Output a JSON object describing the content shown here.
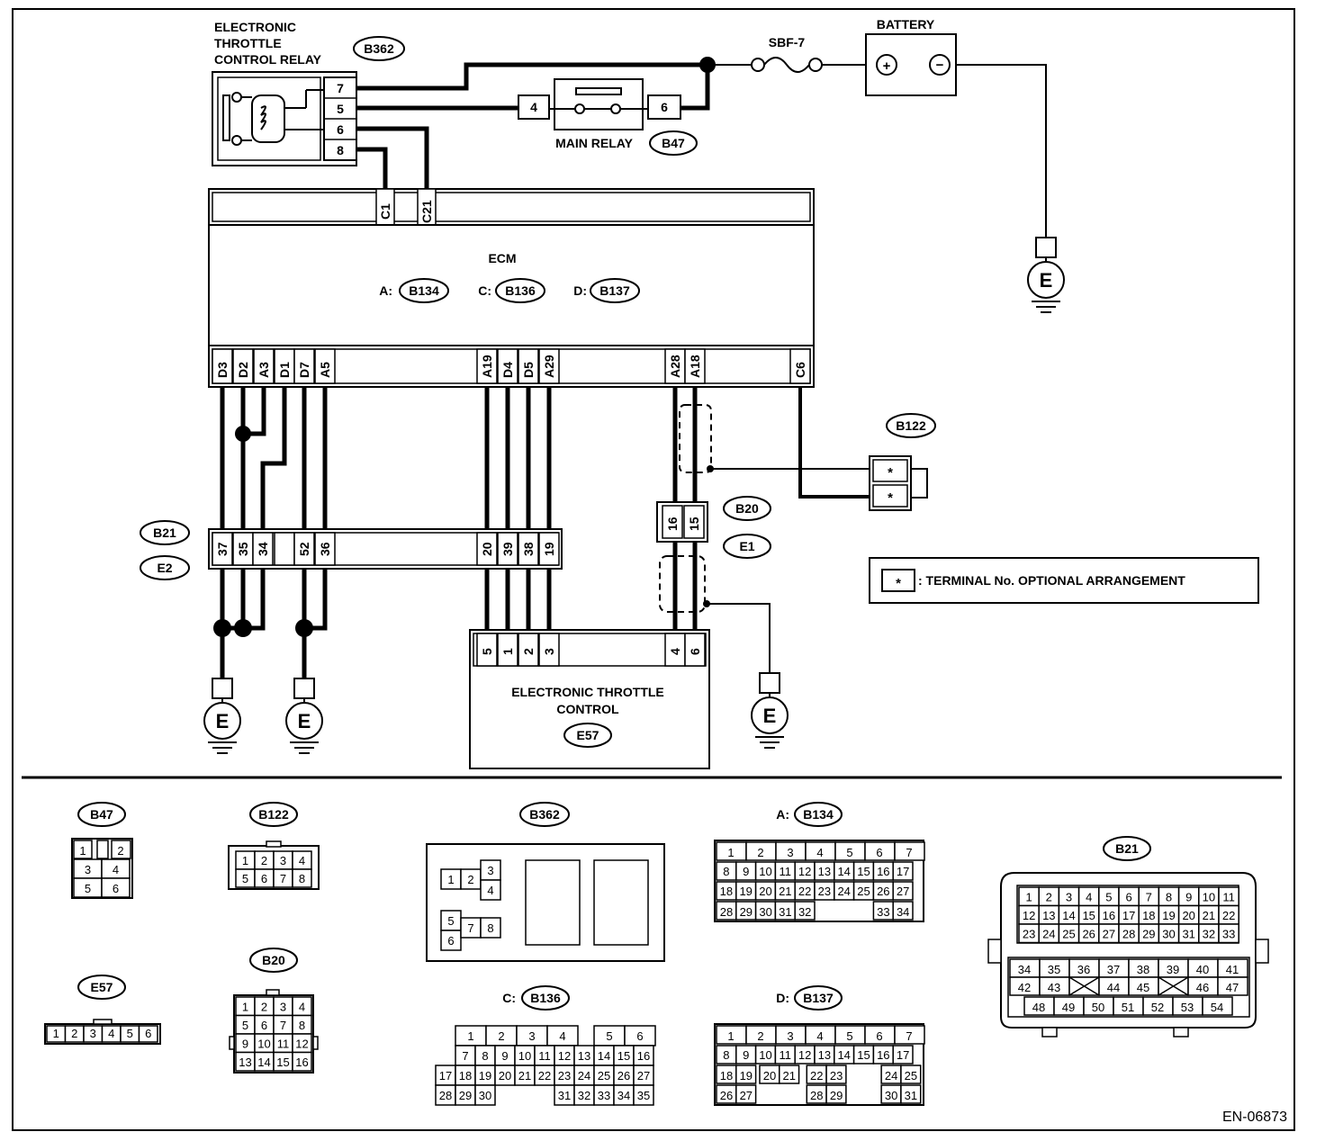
{
  "components": {
    "relay": {
      "title1": "ELECTRONIC",
      "title2": "THROTTLE",
      "title3": "CONTROL RELAY",
      "code": "B362",
      "pins": [
        "7",
        "5",
        "6",
        "8"
      ]
    },
    "main_relay": {
      "title": "MAIN RELAY",
      "code": "B47",
      "pin_left": "4",
      "pin_right": "6"
    },
    "fuse": {
      "label": "SBF-7"
    },
    "battery": {
      "label": "BATTERY",
      "plus": "+",
      "minus": "−"
    },
    "ecm": {
      "title": "ECM",
      "conn_a_prefix": "A:",
      "conn_a": "B134",
      "conn_c_prefix": "C:",
      "conn_c": "B136",
      "conn_d_prefix": "D:",
      "conn_d": "B137",
      "top_pins": [
        "C1",
        "C21"
      ],
      "bottom_pins": [
        "D3",
        "D2",
        "A3",
        "D1",
        "D7",
        "A5",
        "A19",
        "D4",
        "D5",
        "A29",
        "A28",
        "A18",
        "C6"
      ]
    },
    "b122": {
      "code": "B122",
      "star": "*"
    },
    "b20_e1": {
      "code1": "B20",
      "code2": "E1",
      "pins": [
        "16",
        "15"
      ]
    },
    "b21_e2": {
      "code1": "B21",
      "code2": "E2",
      "pins": [
        "37",
        "35",
        "34",
        "52",
        "36",
        "20",
        "39",
        "38",
        "19"
      ]
    },
    "throttle": {
      "title1": "ELECTRONIC THROTTLE",
      "title2": "CONTROL",
      "code": "E57",
      "pins": [
        "5",
        "1",
        "2",
        "3",
        "4",
        "6"
      ]
    },
    "ground": "E",
    "legend": {
      "star": "*",
      "text": ": TERMINAL No. OPTIONAL ARRANGEMENT"
    }
  },
  "connector_views": {
    "b47": {
      "code": "B47",
      "rows": [
        [
          "1",
          "",
          "2"
        ],
        [
          "3",
          "4"
        ],
        [
          "5",
          "6"
        ]
      ]
    },
    "b122": {
      "code": "B122",
      "rows": [
        [
          "1",
          "2",
          "3",
          "4"
        ],
        [
          "5",
          "6",
          "7",
          "8"
        ]
      ]
    },
    "b362": {
      "code": "B362",
      "cells": [
        "1",
        "2",
        "3",
        "4",
        "5",
        "6",
        "7",
        "8"
      ]
    },
    "b134": {
      "prefix": "A:",
      "code": "B134",
      "rows": [
        [
          "1",
          "2",
          "3",
          "4",
          "5",
          "6",
          "7"
        ],
        [
          "8",
          "9",
          "10",
          "11",
          "12",
          "13",
          "14",
          "15",
          "16",
          "17"
        ],
        [
          "18",
          "19",
          "20",
          "21",
          "22",
          "23",
          "24",
          "25",
          "26",
          "27"
        ],
        [
          "28",
          "29",
          "30",
          "31",
          "32",
          "33",
          "34"
        ]
      ]
    },
    "b20": {
      "code": "B20",
      "rows": [
        [
          "1",
          "2",
          "3",
          "4"
        ],
        [
          "5",
          "6",
          "7",
          "8"
        ],
        [
          "9",
          "10",
          "11",
          "12"
        ],
        [
          "13",
          "14",
          "15",
          "16"
        ]
      ]
    },
    "e57": {
      "code": "E57",
      "rows": [
        [
          "1",
          "2",
          "3",
          "4",
          "5",
          "6"
        ]
      ]
    },
    "b136": {
      "prefix": "C:",
      "code": "B136",
      "rows": [
        [
          "1",
          "2",
          "3",
          "4",
          "5",
          "6"
        ],
        [
          "7",
          "8",
          "9",
          "10",
          "11",
          "12",
          "13",
          "14",
          "15",
          "16"
        ],
        [
          "17",
          "18",
          "19",
          "20",
          "21",
          "22",
          "23",
          "24",
          "25",
          "26",
          "27"
        ],
        [
          "28",
          "29",
          "30",
          "31",
          "32",
          "33",
          "34",
          "35"
        ]
      ]
    },
    "b137": {
      "prefix": "D:",
      "code": "B137",
      "rows": [
        [
          "1",
          "2",
          "3",
          "4",
          "5",
          "6",
          "7"
        ],
        [
          "8",
          "9",
          "10",
          "11",
          "12",
          "13",
          "14",
          "15",
          "16",
          "17"
        ],
        [
          "18",
          "19",
          "20",
          "21",
          "22",
          "23",
          "24",
          "25"
        ],
        [
          "26",
          "27",
          "28",
          "29",
          "30",
          "31"
        ]
      ]
    },
    "b21": {
      "code": "B21",
      "rows": [
        [
          "1",
          "2",
          "3",
          "4",
          "5",
          "6",
          "7",
          "8",
          "9",
          "10",
          "11"
        ],
        [
          "12",
          "13",
          "14",
          "15",
          "16",
          "17",
          "18",
          "19",
          "20",
          "21",
          "22"
        ],
        [
          "23",
          "24",
          "25",
          "26",
          "27",
          "28",
          "29",
          "30",
          "31",
          "32",
          "33"
        ],
        [
          "34",
          "35",
          "36",
          "37",
          "38",
          "39",
          "40",
          "41"
        ],
        [
          "42",
          "43",
          "44",
          "45",
          "46",
          "47"
        ],
        [
          "48",
          "49",
          "50",
          "51",
          "52",
          "53",
          "54"
        ]
      ]
    }
  },
  "footer_code": "EN-06873"
}
